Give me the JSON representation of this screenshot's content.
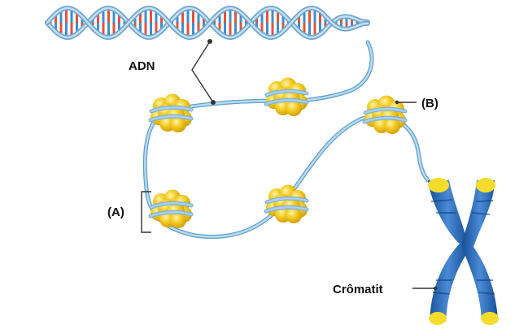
{
  "labels": {
    "dna": "ADN",
    "a": "(A)",
    "b": "(B)",
    "chromatid": "Crômatit"
  },
  "colors": {
    "fiber": "#9cc7e3",
    "fiber_edge": "#5f9fc8",
    "histone": "#f2c81f",
    "histone_light": "#ffe36a",
    "histone_dark": "#c99a08",
    "dna_red": "#e2533f",
    "dna_blue": "#3e8fd0",
    "dna_backbone": "#8fb9d9",
    "chromatid": "#1f5fae",
    "chromatid_light": "#4a8ad6",
    "chromatid_tip": "#f4dc2c",
    "leader_line": "#333333"
  },
  "icons": {
    "nucleosome": "histone-octamer-icon",
    "chromosome": "chromosome-icon"
  }
}
